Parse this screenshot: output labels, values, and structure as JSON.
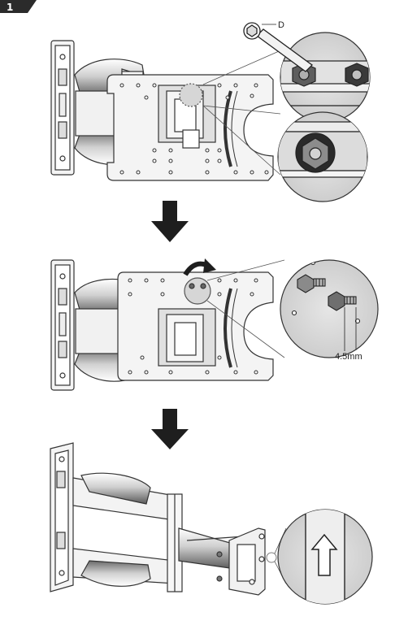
{
  "step_badge": "1",
  "labels": {
    "tool": "D",
    "bolt_length": "4.5mm"
  },
  "colors": {
    "badge": "#2b2b2b",
    "arrow": "#1e1e1e",
    "line": "#333333",
    "fill_light": "#f4f4f4",
    "fill_mid": "#dcdcdc",
    "fill_dark": "#9a9a9a",
    "detail_bg": "#d8d8d8"
  },
  "icons": [
    "down-arrow-icon",
    "down-arrow-icon",
    "rotate-arrow-icon",
    "up-arrow-icon"
  ]
}
